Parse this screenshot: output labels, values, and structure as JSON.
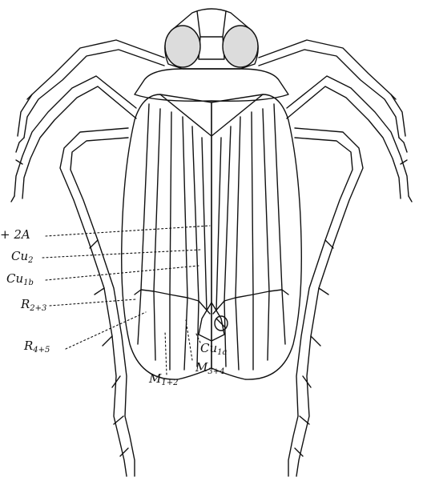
{
  "labels": {
    "a1_2a": {
      "main": "+ 2A",
      "sub": ""
    },
    "cu2": {
      "main": "Cu",
      "sub": "2"
    },
    "cu1b": {
      "main": "Cu",
      "sub": "1b"
    },
    "r23": {
      "main": "R",
      "sub": "2+3"
    },
    "r45": {
      "main": "R",
      "sub": "4+5"
    },
    "cu1a": {
      "main": "Cu",
      "sub": "1a"
    },
    "m12": {
      "main": "M",
      "sub": "1+2"
    },
    "m34": {
      "main": "M",
      "sub": "3+4"
    }
  }
}
